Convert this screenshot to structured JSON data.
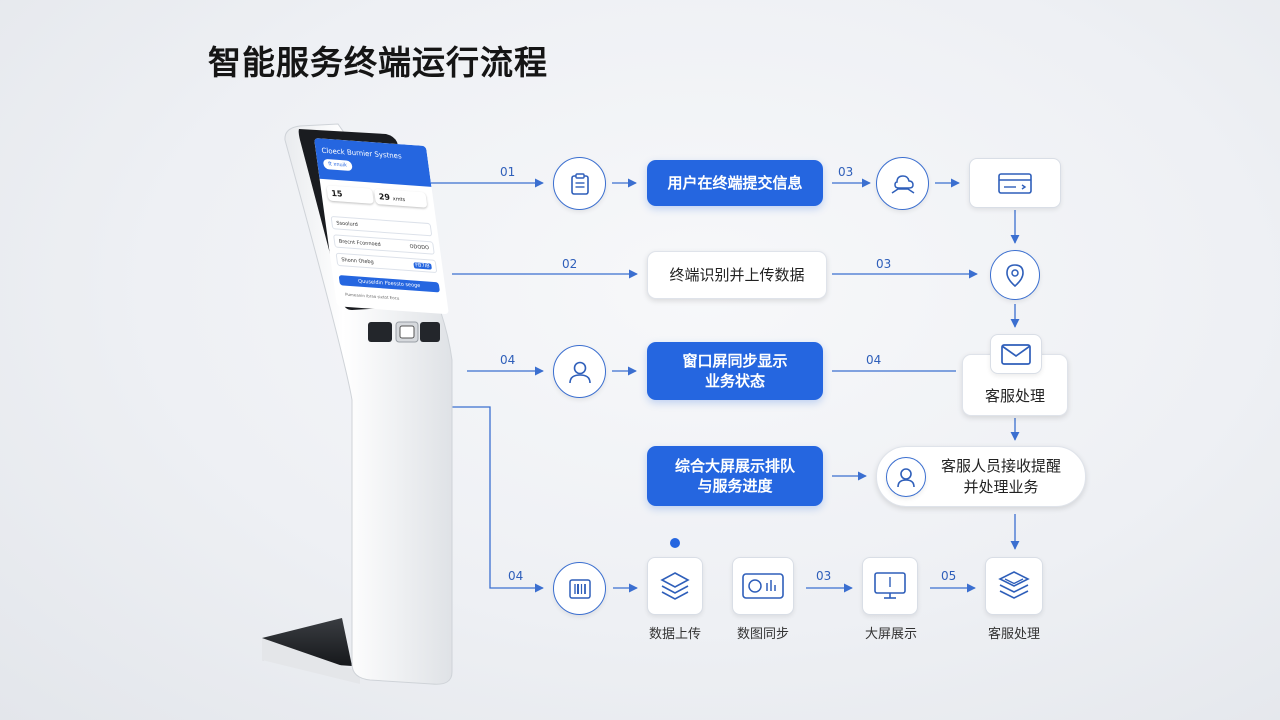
{
  "title": "智能服务终端运行流程",
  "colors": {
    "accent": "#2566e0",
    "line": "#3b6fd0"
  },
  "kiosk": {
    "screen_title": "Cloeck Burnier Systnes",
    "screen_pill": "ft xnuik",
    "card1_value": "15",
    "card2_value": "29",
    "card2_unit": "xmts",
    "row_labels": [
      "Ssoolurd",
      "Brecnt Fconnoed",
      "Shonn Otebg"
    ],
    "row_values": [
      "",
      "ODODO",
      "FB7IB"
    ],
    "cta_label": "Quuseldin Fbessto seoge",
    "footer": "Pumeanin ibrao sixtot Eocu"
  },
  "flow": {
    "nums": {
      "r1_a": "01",
      "r1_b": "03",
      "r2_a": "02",
      "r2_b": "03",
      "r3_a": "04",
      "r3_b": "04",
      "r5_a": "04",
      "r5_b": "03",
      "r5_c": "05"
    },
    "boxes": {
      "submit": "用户在终端提交信息",
      "upload": "终端识别并上传数据",
      "window_line1": "窗口屏同步显示",
      "window_line2": "业务状态",
      "cs": "客服处理",
      "bigscreen_line1": "综合大屏展示排队",
      "bigscreen_line2": "与服务进度",
      "staff_line1": "客服人员接收提醒",
      "staff_line2": "并处理业务"
    },
    "bottom": {
      "upload_label": "数据上传",
      "sync_label": "数图同步",
      "bigscreen_label": "大屏展示",
      "cs_label": "客服处理"
    },
    "icons": [
      "clipboard-icon",
      "hand-cloud-icon",
      "card-icon",
      "location-pin-icon",
      "user-icon",
      "mail-icon",
      "agent-icon",
      "barcode-icon",
      "layers-icon",
      "dashboard-icon",
      "monitor-icon",
      "stack-icon"
    ]
  }
}
